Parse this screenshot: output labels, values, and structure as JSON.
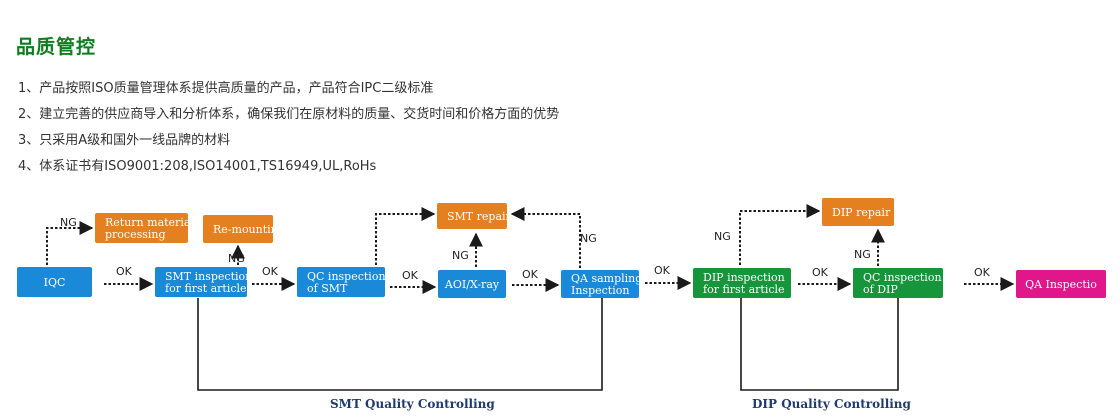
{
  "header": {
    "title": "品质管控"
  },
  "points": [
    "1、产品按照ISO质量管理体系提供高质量的产品，产品符合IPC二级标准",
    "2、建立完善的供应商导入和分析体系，确保我们在原材料的质量、交货时间和价格方面的优势",
    "3、只采用A级和国外一线品牌的材料",
    "4、体系证书有ISO9001:208,ISO14001,TS16949,UL,RoHs"
  ],
  "colors": {
    "blue": "#1a8ad8",
    "orange": "#e4801f",
    "green": "#16953a",
    "magenta": "#e0168a"
  },
  "flow": {
    "nodes": [
      {
        "id": "iqc",
        "lines": [
          "IQC"
        ],
        "color": "blue"
      },
      {
        "id": "smt_first",
        "lines": [
          "SMT inspection",
          "for first article"
        ],
        "color": "blue"
      },
      {
        "id": "qc_smt",
        "lines": [
          "QC inspection",
          "of SMT"
        ],
        "color": "blue"
      },
      {
        "id": "aoi",
        "lines": [
          "AOI/X-ray"
        ],
        "color": "blue"
      },
      {
        "id": "qa_sampling",
        "lines": [
          "QA sampling",
          "Inspection"
        ],
        "color": "blue"
      },
      {
        "id": "dip_first",
        "lines": [
          "DIP inspection",
          "for first article"
        ],
        "color": "green"
      },
      {
        "id": "qc_dip",
        "lines": [
          "QC inspection",
          "of DIP"
        ],
        "color": "green"
      },
      {
        "id": "qa_final",
        "lines": [
          "QA Inspectio"
        ],
        "color": "magenta"
      },
      {
        "id": "return_material",
        "lines": [
          "Return material",
          "processing"
        ],
        "color": "orange"
      },
      {
        "id": "remounting",
        "lines": [
          "Re-mounting"
        ],
        "color": "orange"
      },
      {
        "id": "smt_repair",
        "lines": [
          "SMT repair"
        ],
        "color": "orange"
      },
      {
        "id": "dip_repair",
        "lines": [
          "DIP repair"
        ],
        "color": "orange"
      }
    ],
    "edges": [
      {
        "id": "iqc-smtfirst",
        "label": "OK"
      },
      {
        "id": "smtfirst-qcsmt",
        "label": "OK"
      },
      {
        "id": "qcsmt-aoi",
        "label": "OK"
      },
      {
        "id": "aoi-qasampling",
        "label": "OK"
      },
      {
        "id": "qasampling-dipfirst",
        "label": "OK"
      },
      {
        "id": "dipfirst-qcdip",
        "label": "OK"
      },
      {
        "id": "qcdip-qafinal",
        "label": "OK"
      },
      {
        "id": "iqc-return",
        "label": "NG"
      },
      {
        "id": "smtfirst-remount",
        "label": "NG"
      },
      {
        "id": "qcsmt-smtrepair",
        "label": ""
      },
      {
        "id": "aoi-smtrepair",
        "label": "NG"
      },
      {
        "id": "qasampling-smtrepair",
        "label": "NG"
      },
      {
        "id": "dipfirst-diprepair",
        "label": "NG"
      },
      {
        "id": "qcdip-diprepair",
        "label": "NG"
      }
    ],
    "sections": [
      {
        "id": "smt",
        "label": "SMT Quality  Controlling"
      },
      {
        "id": "dip",
        "label": "DIP Quality  Controlling"
      }
    ]
  }
}
